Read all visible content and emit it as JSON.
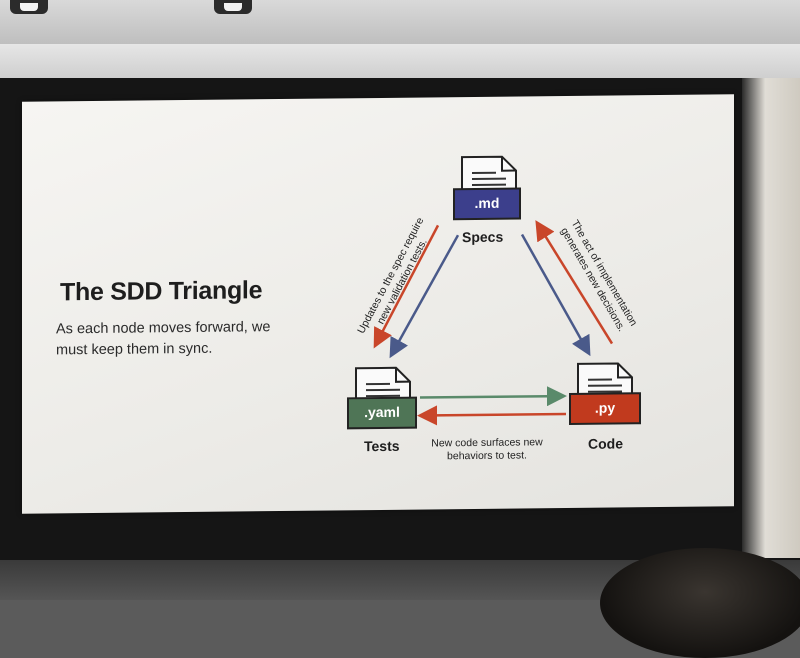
{
  "slide": {
    "title": "The SDD Triangle",
    "subtitle": "As each node moves forward, we must keep them in sync.",
    "nodes": {
      "specs": {
        "file": ".md",
        "label": "Specs",
        "color": "#3c3f8c"
      },
      "tests": {
        "file": ".yaml",
        "label": "Tests",
        "color": "#4f7556"
      },
      "code": {
        "file": ".py",
        "label": "Code",
        "color": "#c13a1e"
      }
    },
    "edges": {
      "specs_to_tests": "Updates to the spec require new validation tests.",
      "code_to_specs": "The act of implementation generates new decisions.",
      "code_to_tests": "New code surfaces new behaviors to test."
    },
    "colors": {
      "forward_arrow": "#4a5a8a",
      "feedback_arrow": "#c9462a",
      "green_arrow": "#5a8a6a"
    }
  }
}
